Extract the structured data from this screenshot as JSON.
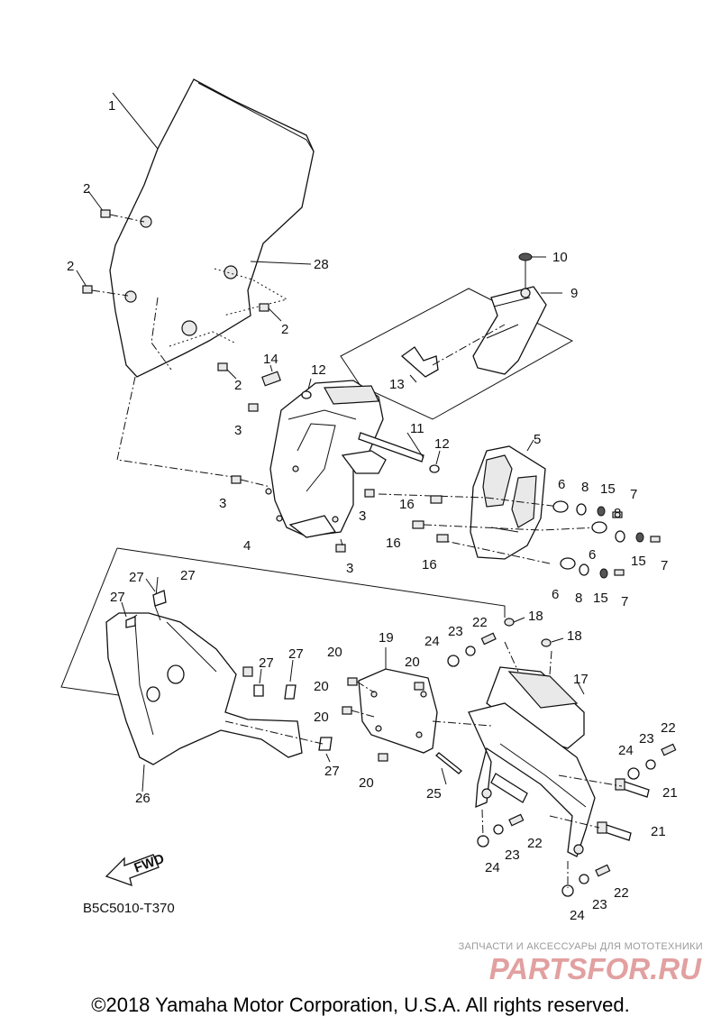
{
  "diagram": {
    "callouts": {
      "c1": "1",
      "c2a": "2",
      "c2b": "2",
      "c2c": "2",
      "c2d": "2",
      "c3a": "3",
      "c3b": "3",
      "c3c": "3",
      "c3d": "3",
      "c4": "4",
      "c5": "5",
      "c6a": "6",
      "c6b": "6",
      "c6c": "6",
      "c7a": "7",
      "c7b": "7",
      "c7c": "7",
      "c8a": "8",
      "c8b": "8",
      "c8c": "8",
      "c9": "9",
      "c10": "10",
      "c11": "11",
      "c12a": "12",
      "c12b": "12",
      "c13": "13",
      "c14": "14",
      "c15a": "15",
      "c15b": "15",
      "c15c": "15",
      "c16a": "16",
      "c16b": "16",
      "c16c": "16",
      "c17": "17",
      "c18a": "18",
      "c18b": "18",
      "c19": "19",
      "c20a": "20",
      "c20b": "20",
      "c20c": "20",
      "c20d": "20",
      "c20e": "20",
      "c21a": "21",
      "c21b": "21",
      "c22a": "22",
      "c22b": "22",
      "c22c": "22",
      "c22d": "22",
      "c23a": "23",
      "c23b": "23",
      "c23c": "23",
      "c23d": "23",
      "c24a": "24",
      "c24b": "24",
      "c24c": "24",
      "c24d": "24",
      "c25": "25",
      "c26": "26",
      "c27a": "27",
      "c27b": "27",
      "c27c": "27",
      "c27d": "27",
      "c27e": "27",
      "c27f": "27",
      "c28": "28"
    },
    "fwd_label": "FWD",
    "diagram_code": "B5C5010-T370"
  },
  "watermark": {
    "tagline": "ЗАПЧАСТИ И АКСЕССУАРЫ ДЛЯ МОТОТЕХНИКИ",
    "logo_text": "PARTSFOR.RU",
    "logo_color": "#e2a0a0"
  },
  "footer": {
    "copyright": "©2018 Yamaha Motor Corporation, U.S.A. All rights reserved."
  }
}
